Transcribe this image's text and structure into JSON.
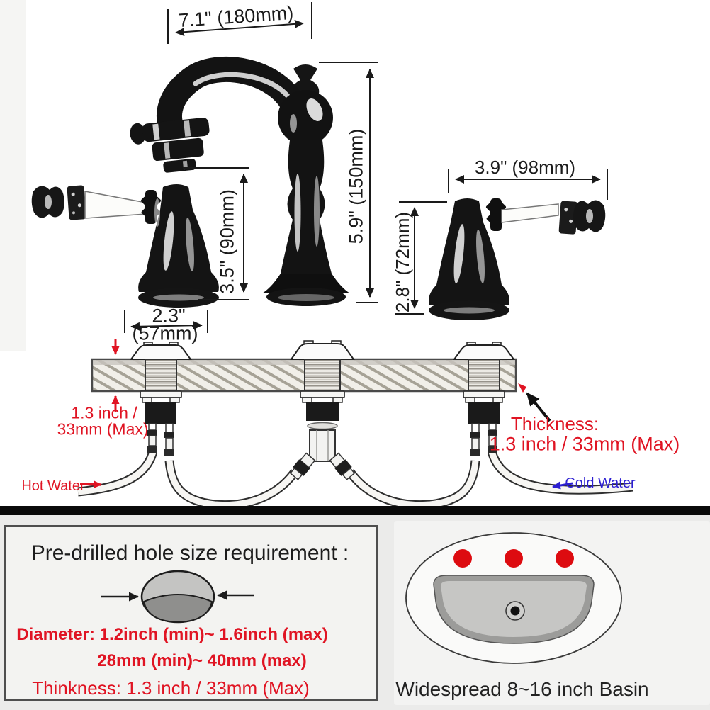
{
  "product_diagram": {
    "spout_width": "7.1\" (180mm)",
    "spout_height": "5.9\" (150mm)",
    "spout_outlet_height": "3.5\" (90mm)",
    "handle_width": "3.9\" (98mm)",
    "handle_height": "2.8\" (72mm)",
    "base_width_inch": "2.3\"",
    "base_width_mm": "(57mm)",
    "deck_thickness_line1": "1.3 inch /",
    "deck_thickness_line2": "33mm (Max)",
    "thickness_label": "Thickness:",
    "thickness_value": "1.3 inch / 33mm (Max)",
    "hot_water_label": "Hot Water",
    "cold_water_label": "Cold Water"
  },
  "hole_requirement_box": {
    "title": "Pre-drilled hole size requirement :",
    "diameter_inch": "Diameter: 1.2inch (min)~ 1.6inch (max)",
    "diameter_mm": "28mm (min)~ 40mm (max)",
    "thickness": "Thinkness: 1.3 inch / 33mm (Max)"
  },
  "basin_panel": {
    "caption": "Widespread 8~16 inch Basin"
  },
  "colors": {
    "annotation_red": "#e01423",
    "cold_blue": "#2c1fd2",
    "line_black": "#1a1a1a",
    "hole_red": "#dd0b10"
  }
}
